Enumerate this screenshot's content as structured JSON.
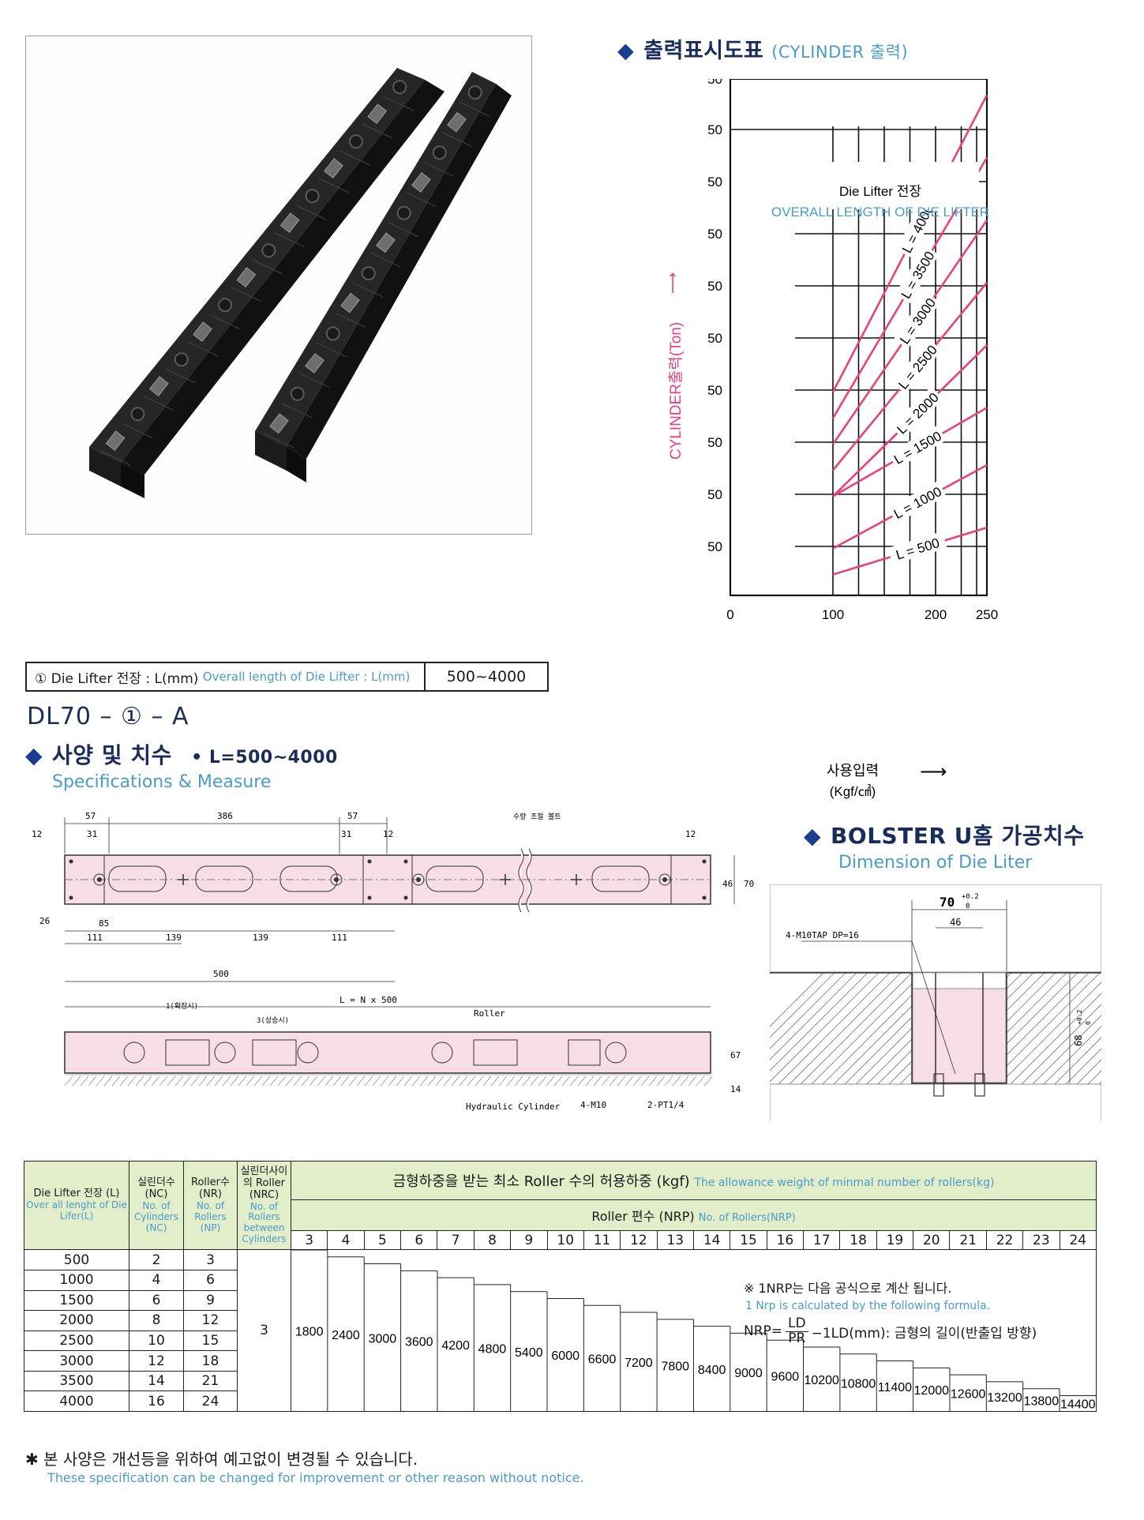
{
  "output_chart": {
    "title_ko": "출력표시도표",
    "title_en": "(CYLINDER 출력)",
    "legend_ko": "Die Lifter 전장",
    "legend_en": "OVERALL LENGTH OF DIE LIFTER",
    "ylabel": "CYLINDER출력(Ton)",
    "xlabel_1": "사용입력",
    "xlabel_2": "(Kgf/㎠)",
    "y_ticks": [
      "50",
      "50",
      "50",
      "50",
      "50",
      "50",
      "50",
      "50",
      "50",
      "50"
    ],
    "x_ticks": [
      "0",
      "100",
      "200",
      "250"
    ],
    "line_labels": [
      "L = 500",
      "L = 1000",
      "L = 1500",
      "L = 2000",
      "L = 2500",
      "L = 3000",
      "L = 3500",
      "L = 4000"
    ],
    "colors": {
      "lines": "#e8417e",
      "ylabel": "#e8417e",
      "legend_en": "#4a9bc9"
    }
  },
  "chart_data": {
    "type": "line",
    "title": "출력표시도표 (CYLINDER 출력)",
    "xlabel": "사용입력 (Kgf/㎠)",
    "ylabel": "CYLINDER출력(Ton)",
    "xlim": [
      0,
      250
    ],
    "ylim": [
      0,
      10
    ],
    "grid": true,
    "series": [
      {
        "name": "L = 500",
        "points": [
          [
            100,
            0.4
          ],
          [
            250,
            1.3
          ]
        ]
      },
      {
        "name": "L = 1000",
        "points": [
          [
            100,
            0.9
          ],
          [
            250,
            2.5
          ]
        ]
      },
      {
        "name": "L = 1500",
        "points": [
          [
            100,
            1.9
          ],
          [
            250,
            3.6
          ]
        ]
      },
      {
        "name": "L = 2000",
        "points": [
          [
            100,
            1.9
          ],
          [
            250,
            4.8
          ]
        ]
      },
      {
        "name": "L = 2500",
        "points": [
          [
            100,
            2.4
          ],
          [
            250,
            6.0
          ]
        ]
      },
      {
        "name": "L = 3000",
        "points": [
          [
            100,
            2.9
          ],
          [
            250,
            7.2
          ]
        ]
      },
      {
        "name": "L = 3500",
        "points": [
          [
            100,
            3.4
          ],
          [
            250,
            8.4
          ]
        ]
      },
      {
        "name": "L = 4000",
        "points": [
          [
            100,
            3.9
          ],
          [
            250,
            9.6
          ]
        ]
      }
    ]
  },
  "length_row": {
    "label_ko": "① Die Lifter 전장 : L(mm)",
    "label_en": "Overall length of Die Lifter : L(mm)",
    "value": "500~4000"
  },
  "model_code": "DL70 – ① – A",
  "spec_section": {
    "title_ko": "사양 및 치수",
    "range": "• L=500~4000",
    "subtitle_en": "Specifications & Measure"
  },
  "bolster_section": {
    "title": "BOLSTER U홈 가공치수",
    "subtitle_en": "Dimension of Die Liter"
  },
  "drawing_labels": {
    "d57a": "57",
    "d386": "386",
    "d57b": "57",
    "d12a": "12",
    "d31a": "31",
    "d31b": "31",
    "d12b": "12",
    "d12c": "12",
    "d26": "26",
    "d85": "85",
    "d111a": "111",
    "d139a": "139",
    "d139b": "139",
    "d111b": "111",
    "d500": "500",
    "total": "L = N x 500",
    "d46": "46",
    "d70": "70",
    "bolt": "수량 조절 볼트",
    "roller": "Roller",
    "hyd": "Hydraulic Cylinder",
    "m10": "4-M10",
    "pt": "2-PT1/4",
    "n1": "1(확장시)",
    "n3": "3(상승시)",
    "d67": "67",
    "d14": "14"
  },
  "bolster_labels": {
    "w70": "70",
    "w70_tol": "+0.2",
    "w70_tol0": "0",
    "w46": "46",
    "tap": "4-M10TAP DP=16",
    "h68": "68",
    "h68_tol": "+0.2",
    "h68_tol0": "0"
  },
  "table": {
    "h_length_ko": "Die Lifter 전장 (L)",
    "h_length_en": "Over all lenght of Die Lifer(L)",
    "h_cyl_ko": "실린더수 (NC)",
    "h_cyl_en": "No. of Cylinders (NC)",
    "h_roller_ko": "Roller수 (NR)",
    "h_roller_en": "No. of Rollers (NP)",
    "h_between_ko": "실린더사이의 Roller (NRC)",
    "h_between_en": "No. of Rollers between Cylinders",
    "h_allow_ko": "금형하중을 받는 최소 Roller 수의 허용하중 (kgf)",
    "h_allow_en": "The allowance weight of minmal number of rollers(kg)",
    "h_nrp_ko": "Roller 편수 (NRP)",
    "h_nrp_en": "No. of Rollers(NRP)",
    "nrp_cols": [
      "3",
      "4",
      "5",
      "6",
      "7",
      "8",
      "9",
      "10",
      "11",
      "12",
      "13",
      "14",
      "15",
      "16",
      "17",
      "18",
      "19",
      "20",
      "21",
      "22",
      "23",
      "24"
    ],
    "rows": [
      {
        "L": "500",
        "NC": "2",
        "NR": "3"
      },
      {
        "L": "1000",
        "NC": "4",
        "NR": "6"
      },
      {
        "L": "1500",
        "NC": "6",
        "NR": "9"
      },
      {
        "L": "2000",
        "NC": "8",
        "NR": "12"
      },
      {
        "L": "2500",
        "NC": "10",
        "NR": "15"
      },
      {
        "L": "3000",
        "NC": "12",
        "NR": "18"
      },
      {
        "L": "3500",
        "NC": "14",
        "NR": "21"
      },
      {
        "L": "4000",
        "NC": "16",
        "NR": "24"
      }
    ],
    "nrc": "3",
    "weights": [
      "1800",
      "2400",
      "3000",
      "3600",
      "4200",
      "4800",
      "5400",
      "6000",
      "6600",
      "7200",
      "7800",
      "8400",
      "9000",
      "9600",
      "10200",
      "10800",
      "11400",
      "12000",
      "12600",
      "13200",
      "13800",
      "14400"
    ],
    "note_ko": "※ 1NRP는 다음 공식으로 계산 됩니다.",
    "note_en": "1 Nrp is calculated by the following formula.",
    "formula_lhs": "NRP=",
    "formula_num": "LD",
    "formula_den": "PR",
    "formula_rhs": "−1LD(mm): 금형의 길이(반출입 방향)"
  },
  "footer": {
    "mark": "✱",
    "ko": "본 사양은 개선등을 위하여 예고없이 변경될 수 있습니다.",
    "en": "These specification can be changed for improvement or other reason without notice."
  }
}
